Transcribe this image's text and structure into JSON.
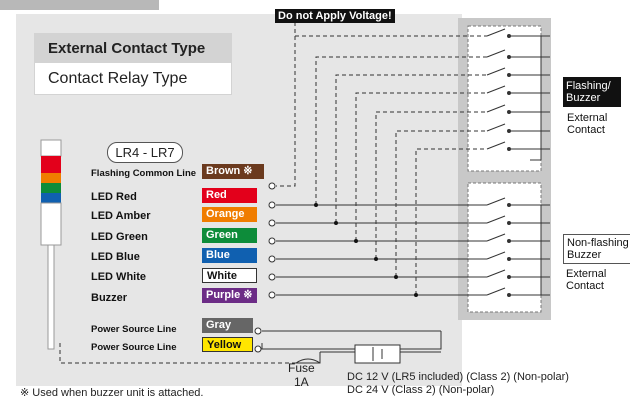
{
  "warning": "Do not Apply Voltage!",
  "external_contact_type": "External Contact Type",
  "contact_relay_type": "Contact Relay Type",
  "model": "LR4 - LR7",
  "wires": [
    {
      "label": "Flashing Common Line",
      "color_name": "Brown ※",
      "color": "#6b3a1e",
      "text_color": "#ffffff"
    },
    {
      "label": "LED Red",
      "color_name": "Red",
      "color": "#e3001b",
      "text_color": "#ffffff"
    },
    {
      "label": "LED Amber",
      "color_name": "Orange",
      "color": "#f07d00",
      "text_color": "#ffffff"
    },
    {
      "label": "LED Green",
      "color_name": "Green",
      "color": "#0d8c3a",
      "text_color": "#ffffff"
    },
    {
      "label": "LED Blue",
      "color_name": "Blue",
      "color": "#1060b0",
      "text_color": "#ffffff"
    },
    {
      "label": "LED White",
      "color_name": "White",
      "color": "#ffffff",
      "text_color": "#111111"
    },
    {
      "label": "Buzzer",
      "color_name": "Purple ※",
      "color": "#6c2c86",
      "text_color": "#ffffff"
    },
    {
      "label": "Power Source Line",
      "color_name": "Gray",
      "color": "#666666",
      "text_color": "#ffffff"
    },
    {
      "label": "Power Source Line",
      "color_name": "Yellow",
      "color": "#ffe600",
      "text_color": "#111111"
    }
  ],
  "flashing_group": {
    "title": "Flashing/\nBuzzer",
    "sub": "External\nContact"
  },
  "nonflashing_group": {
    "title": "Non-flashing\nBuzzer",
    "sub": "External\nContact"
  },
  "fuse": {
    "label": "Fuse",
    "rating": "1A"
  },
  "dc_line1": "DC 12 V (LR5 included)  (Class 2)   (Non-polar)",
  "dc_line2": "DC 24 V (Class 2)   (Non-polar)",
  "note": "※ Used when buzzer unit is attached.",
  "colors": {
    "panel_bg": "#e6e6e6",
    "header_bg": "#d3d3d3",
    "relay_bg": "#c8c8c8"
  }
}
